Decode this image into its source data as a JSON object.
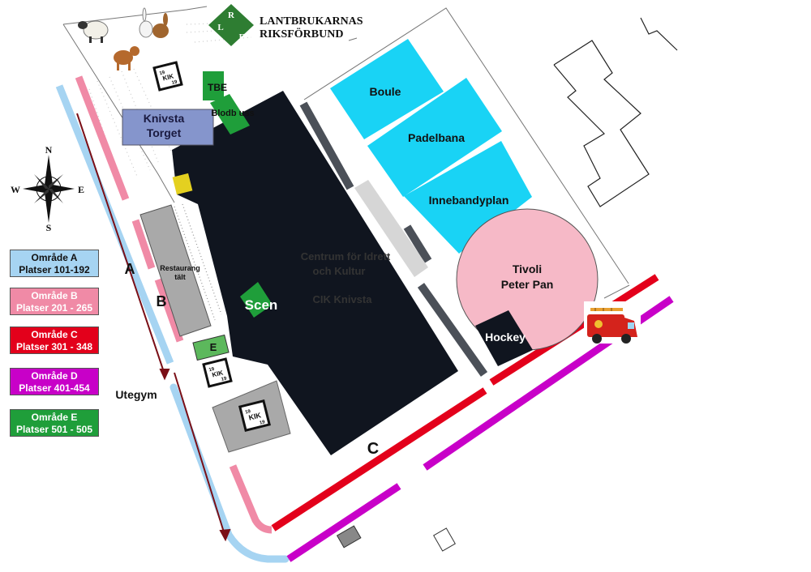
{
  "logo": {
    "letters": [
      "L",
      "R",
      "F"
    ],
    "line1": "LANTBRUKARNAS",
    "line2": "RIKSFÖRBUND"
  },
  "kik_badge": {
    "top": "19",
    "mid": "KIK",
    "bottom": "19"
  },
  "labels": {
    "knivsta_torget_1": "Knivsta",
    "knivsta_torget_2": "Torget",
    "tbe": "TBE",
    "blodbuss": "Blodb uss",
    "restaurang_1": "Restaurang",
    "restaurang_2": "tält",
    "scen": "Scen",
    "centrum_1": "Centrum för Idrett",
    "centrum_2": "och Kultur",
    "cik": "CIK Knivsta",
    "boule": "Boule",
    "padelbana": "Padelbana",
    "innebandyplan": "Innebandyplan",
    "tivoli_1": "Tivoli",
    "tivoli_2": "Peter Pan",
    "hockey": "Hockey",
    "area_e": "E",
    "utegym": "Utegym",
    "zone_a": "A",
    "zone_b": "B",
    "zone_c": "C"
  },
  "compass": {
    "n": "N",
    "s": "S",
    "w": "W",
    "e": "E"
  },
  "legend": [
    {
      "name": "Område A",
      "range": "Platser 101-192"
    },
    {
      "name": "Område B",
      "range": "Platser 201 - 265"
    },
    {
      "name": "Område C",
      "range": "Platser 301 - 348"
    },
    {
      "name": "Område D",
      "range": "Platser 401-454"
    },
    {
      "name": "Område E",
      "range": "Platser 501 - 505"
    }
  ],
  "colors": {
    "area_a": "#a6d4f2",
    "area_b": "#f08aa6",
    "area_c": "#e3001b",
    "area_d": "#c800c8",
    "area_e": "#1f9e3a",
    "building": "#10151f",
    "courts": "#19d3f5",
    "tivoli": "#f6b9c7",
    "torget": "#8595cc"
  },
  "icons": [
    "sheep-icon",
    "rabbit-icon",
    "cow-icon",
    "fire-truck-icon",
    "compass-rose-icon"
  ]
}
